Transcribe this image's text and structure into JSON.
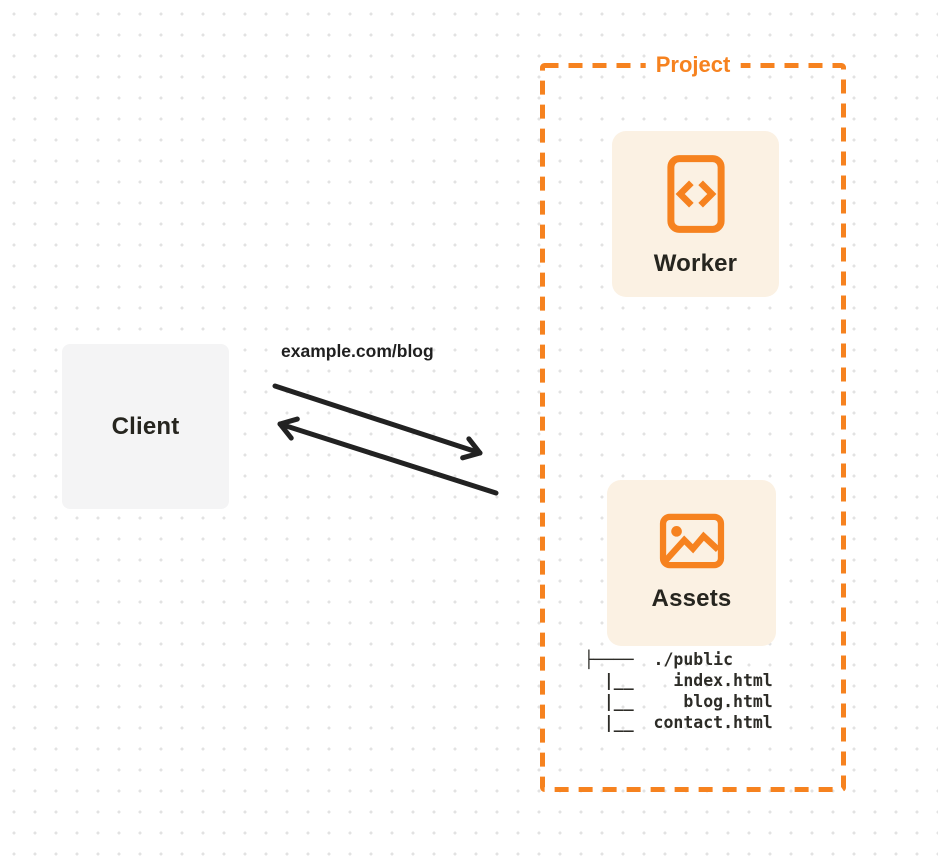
{
  "client": {
    "label": "Client"
  },
  "request": {
    "url_label": "example.com/blog"
  },
  "project": {
    "label": "Project",
    "worker": {
      "label": "Worker",
      "icon": "code-file-icon"
    },
    "assets": {
      "label": "Assets",
      "icon": "image-icon",
      "file_tree": "├────  ./public\n  |__    index.html\n  |__     blog.html\n  |__  contact.html"
    }
  },
  "colors": {
    "accent_orange": "#F6821F",
    "card_cream": "#FBF1E3",
    "client_gray": "#F4F4F5",
    "ink": "#222222",
    "dot_grid": "#E2E2E2"
  }
}
